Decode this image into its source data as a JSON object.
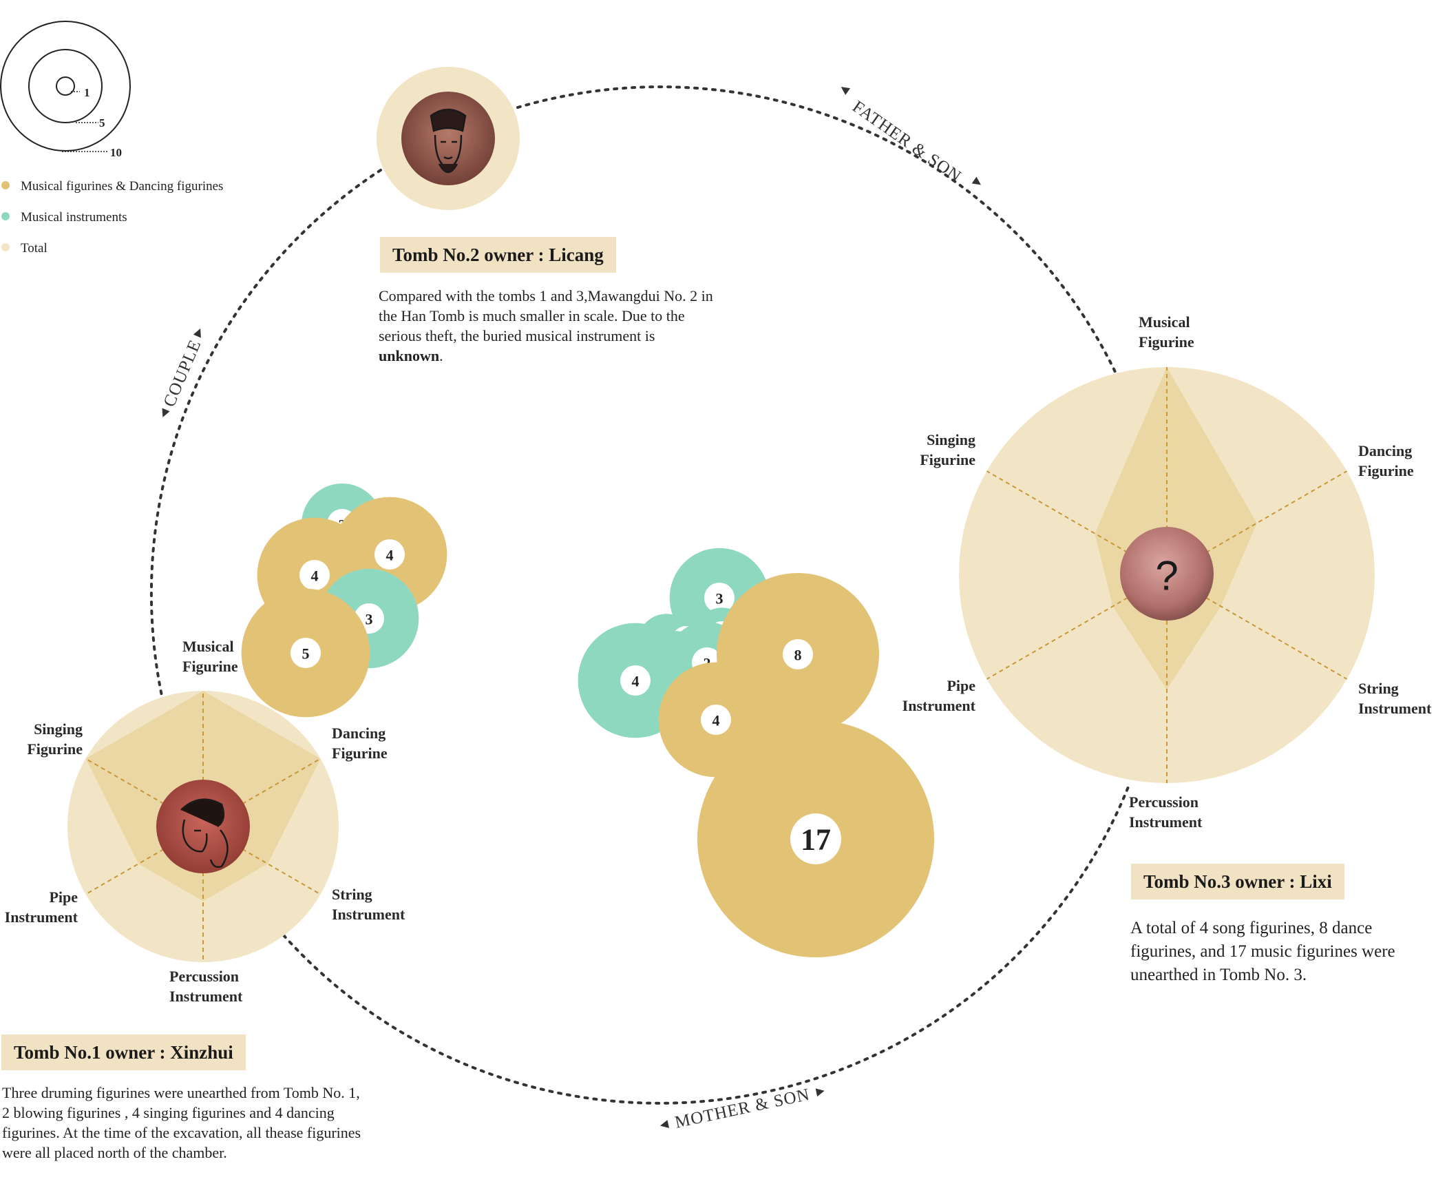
{
  "colors": {
    "figurines": "#e2c274",
    "instruments": "#8fd8c0",
    "total": "#f2e5c6",
    "radar_fill": "#ead6a2",
    "dash": "#333333",
    "radial": "#c8973a"
  },
  "legend": {
    "scale_labels": [
      "1",
      "5",
      "10"
    ],
    "items": [
      {
        "label": "Musical figurines & Dancing figurines",
        "color": "#e2c274"
      },
      {
        "label": "Musical instruments",
        "color": "#8fd8c0"
      },
      {
        "label": "Total",
        "color": "#f2e5c6"
      }
    ]
  },
  "relations": {
    "father_son": "FATHER & SON",
    "couple": "COUPLE",
    "mother_son": "MOTHER & SON"
  },
  "tomb2": {
    "title": "Tomb No.2 owner : Licang",
    "desc_pre": "Compared with the tombs 1 and 3,Mawangdui No. 2 in the Han Tomb is much smaller in scale. Due to the serious theft, the buried musical instrument is ",
    "desc_bold": "unknown",
    "desc_post": "."
  },
  "tomb1": {
    "title": "Tomb No.1 owner :  Xinzhui",
    "desc": "Three druming figurines were unearthed from Tomb No. 1, 2 blowing figurines , 4 singing figurines and 4 dancing figurines. At the time of the excavation, all thease figurines were all placed north of the chamber."
  },
  "tomb3": {
    "title": "Tomb No.3 owner : Lixi",
    "desc": "A total of 4 song figurines, 8 dance figurines, and 17 music figurines were unearthed in Tomb No. 3."
  },
  "portrait3_glyph": "?",
  "chart_data": [
    {
      "type": "radar",
      "name": "Tomb No.1",
      "axes": [
        "Musical Figurine",
        "Dancing Figurine",
        "String Instrument",
        "Percussion Instrument",
        "Pipe Instrument",
        "Singing Figurine"
      ],
      "values": [
        1.0,
        1.0,
        0.55,
        0.55,
        0.55,
        1.0
      ]
    },
    {
      "type": "radar",
      "name": "Tomb No.3",
      "axes": [
        "Musical Figurine",
        "Dancing Figurine",
        "String Instrument",
        "Percussion Instrument",
        "Pipe Instrument",
        "Singing Figurine"
      ],
      "values": [
        1.0,
        0.5,
        0.3,
        0.55,
        0.3,
        0.4
      ]
    },
    {
      "type": "bubble",
      "name": "Tomb No.1 items",
      "bubbles": [
        {
          "value": 2,
          "kind": "instrument"
        },
        {
          "value": 4,
          "kind": "figurine"
        },
        {
          "value": 4,
          "kind": "figurine"
        },
        {
          "value": 3,
          "kind": "instrument"
        },
        {
          "value": 5,
          "kind": "figurine"
        }
      ]
    },
    {
      "type": "bubble",
      "name": "Tomb No.3 items",
      "bubbles": [
        {
          "value": 3,
          "kind": "instrument"
        },
        {
          "value": 1,
          "kind": "instrument"
        },
        {
          "value": 1,
          "kind": "instrument"
        },
        {
          "value": 1,
          "kind": "instrument"
        },
        {
          "value": 1,
          "kind": "instrument"
        },
        {
          "value": 1,
          "kind": "instrument"
        },
        {
          "value": 2,
          "kind": "instrument"
        },
        {
          "value": 4,
          "kind": "instrument"
        },
        {
          "value": 8,
          "kind": "figurine"
        },
        {
          "value": 4,
          "kind": "figurine"
        },
        {
          "value": 17,
          "kind": "figurine"
        }
      ]
    }
  ]
}
